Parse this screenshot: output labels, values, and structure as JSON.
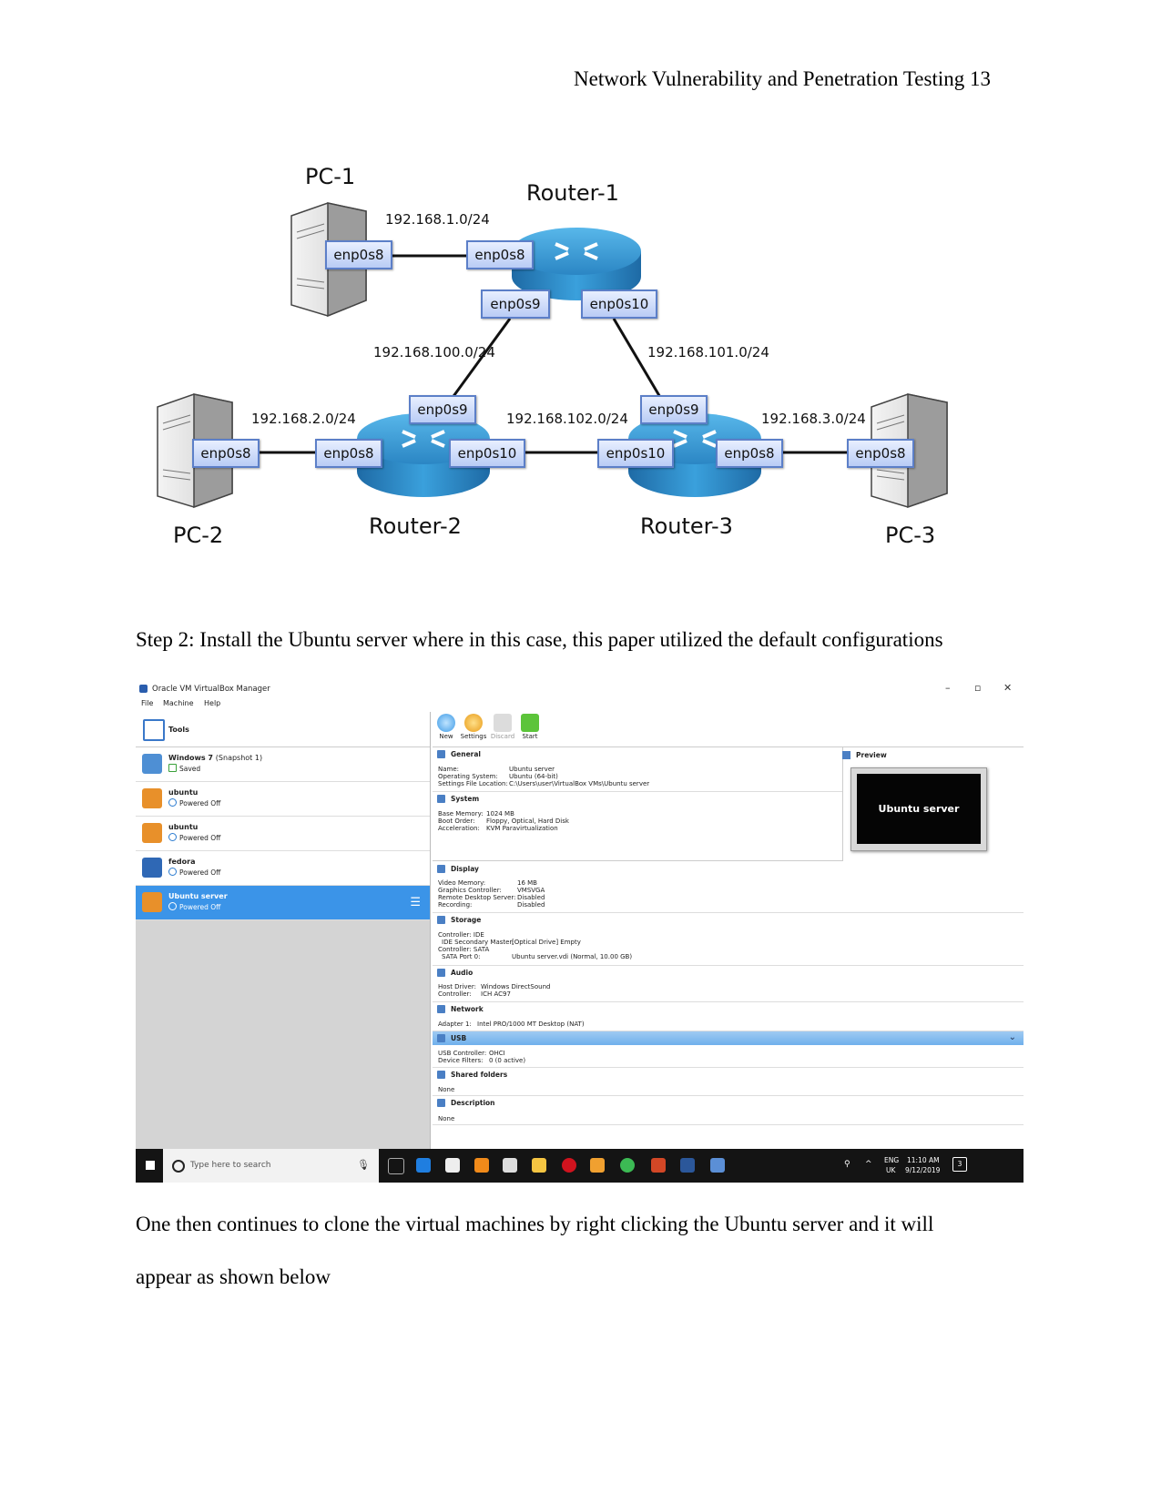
{
  "header": {
    "running_head": "Network Vulnerability and Penetration Testing 13"
  },
  "diagram": {
    "devices": {
      "pc1": "PC-1",
      "pc2": "PC-2",
      "pc3": "PC-3",
      "router1": "Router-1",
      "router2": "Router-2",
      "router3": "Router-3"
    },
    "networks": {
      "n1": "192.168.1.0/24",
      "n2": "192.168.2.0/24",
      "n3": "192.168.3.0/24",
      "n100": "192.168.100.0/24",
      "n101": "192.168.101.0/24",
      "n102": "192.168.102.0/24"
    },
    "interfaces": {
      "pc1": "enp0s8",
      "r1_left": "enp0s8",
      "r1_s9": "enp0s9",
      "r1_s10": "enp0s10",
      "pc2": "enp0s8",
      "r2_left": "enp0s8",
      "r2_top": "enp0s9",
      "r2_right": "enp0s10",
      "r3_top": "enp0s9",
      "r3_left": "enp0s10",
      "r3_right": "enp0s8",
      "pc3": "enp0s8"
    }
  },
  "text": {
    "step2": "Step 2: Install the Ubuntu server where in this case, this paper utilized the default configurations",
    "clone_line1": "One then continues to clone the virtual machines by right clicking the Ubuntu server and it will",
    "clone_line2": "appear as shown below"
  },
  "vbox": {
    "window_title": "Oracle VM VirtualBox Manager",
    "win_controls": {
      "minimize": "–",
      "restore": "▫",
      "close": "✕"
    },
    "menu": [
      "File",
      "Machine",
      "Help"
    ],
    "tools_label": "Tools",
    "vms": [
      {
        "name": "Windows 7",
        "snapshot": "(Snapshot 1)",
        "state": "Saved"
      },
      {
        "name": "ubuntu",
        "state": "Powered Off"
      },
      {
        "name": "ubuntu",
        "state": "Powered Off"
      },
      {
        "name": "fedora",
        "state": "Powered Off"
      },
      {
        "name": "Ubuntu server",
        "state": "Powered Off"
      }
    ],
    "toolbar": [
      "New",
      "Settings",
      "Discard",
      "Start"
    ],
    "general": {
      "title": "General",
      "rows": [
        [
          "Name:",
          "Ubuntu server"
        ],
        [
          "Operating System:",
          "Ubuntu (64-bit)"
        ],
        [
          "Settings File Location:",
          "C:\\Users\\user\\VirtualBox VMs\\Ubuntu server"
        ]
      ]
    },
    "system": {
      "title": "System",
      "rows": [
        [
          "Base Memory:",
          "1024 MB"
        ],
        [
          "Boot Order:",
          "Floppy, Optical, Hard Disk"
        ],
        [
          "Acceleration:",
          "KVM Paravirtualization"
        ]
      ]
    },
    "preview": {
      "title": "Preview",
      "screen_text": "Ubuntu server"
    },
    "display": {
      "title": "Display",
      "rows": [
        [
          "Video Memory:",
          "16 MB"
        ],
        [
          "Graphics Controller:",
          "VMSVGA"
        ],
        [
          "Remote Desktop Server:",
          "Disabled"
        ],
        [
          "Recording:",
          "Disabled"
        ]
      ]
    },
    "storage": {
      "title": "Storage",
      "rows": [
        [
          "Controller: IDE",
          ""
        ],
        [
          "  IDE Secondary Master:",
          "[Optical Drive] Empty"
        ],
        [
          "Controller: SATA",
          ""
        ],
        [
          "  SATA Port 0:",
          "Ubuntu server.vdi (Normal, 10.00 GB)"
        ]
      ]
    },
    "audio": {
      "title": "Audio",
      "rows": [
        [
          "Host Driver:",
          "Windows DirectSound"
        ],
        [
          "Controller:",
          "ICH AC97"
        ]
      ]
    },
    "network": {
      "title": "Network",
      "rows": [
        [
          "Adapter 1:",
          "Intel PRO/1000 MT Desktop (NAT)"
        ]
      ]
    },
    "usb": {
      "title": "USB",
      "rows": [
        [
          "USB Controller:",
          "OHCI"
        ],
        [
          "Device Filters:",
          "0 (0 active)"
        ]
      ]
    },
    "shared": {
      "title": "Shared folders",
      "value": "None"
    },
    "description": {
      "title": "Description",
      "value": "None"
    },
    "taskbar": {
      "search_placeholder": "Type here to search",
      "lang": "ENG",
      "region": "UK",
      "time": "11:10 AM",
      "date": "9/12/2019",
      "notifications": "3"
    }
  }
}
